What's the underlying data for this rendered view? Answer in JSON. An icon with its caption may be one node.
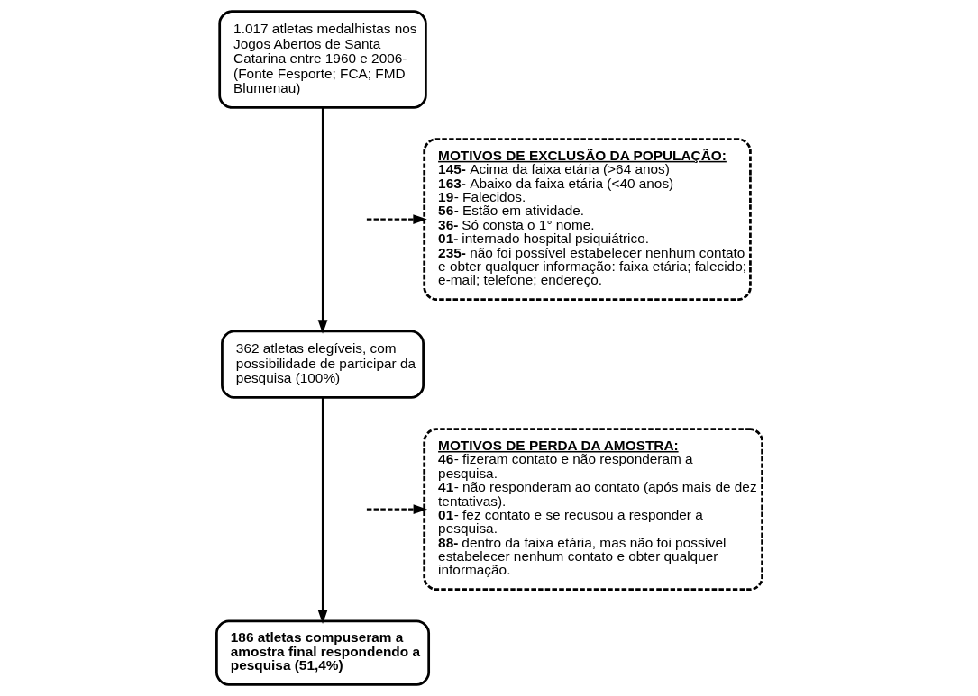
{
  "diagram": {
    "nodes": [
      {
        "text": [
          "1.017 atletas medalhistas nos Jogos Abertos de Santa Catarina entre 1960 e 2006- (Fonte Fesporte; FCA; FMD Blumenau)"
        ]
      },
      {
        "text": [
          "MOTIVOS DE EXCLUSÃO DA POPULAÇÃO:",
          "**145-** Acima da faixa etária (>64 anos)",
          "**163-** Abaixo da faixa etária (<40 anos)",
          "**19**- Falecidos.",
          "**56**- Estão em atividade.",
          "**36-** Só consta o 1° nome.",
          "**01-** internado hospital psiquiátrico.",
          "**235-** não foi possível estabelecer nenhum contato e obter qualquer informação: faixa etária; falecido; e-mail; telefone; endereço."
        ]
      },
      {
        "text": [
          "362 atletas elegíveis, com possibilidade de participar da pesquisa (100%)"
        ]
      },
      {
        "text": [
          "MOTIVOS DE PERDA DA AMOSTRA:",
          "**46**- fizeram contato e não responderam a pesquisa.",
          "**41**- não responderam ao contato (após mais de dez tentativas).",
          "**01**- fez contato e se recusou a responder a pesquisa.",
          "**88-** dentro da faixa etária, mas não foi possível estabelecer nenhum contato e obter qualquer informação."
        ]
      },
      {
        "text": [
          "186 atletas compuseram a amostra final respondendo a pesquisa (51,4%)"
        ]
      }
    ],
    "edges": [
      {
        "from": 0,
        "to": 2,
        "arrow": "to"
      },
      {
        "from": null,
        "to": 1,
        "arrow": "to",
        "style": "dashed"
      },
      {
        "from": 2,
        "to": 4,
        "arrow": "to"
      },
      {
        "from": null,
        "to": 3,
        "arrow": "to",
        "style": "dashed"
      }
    ]
  }
}
